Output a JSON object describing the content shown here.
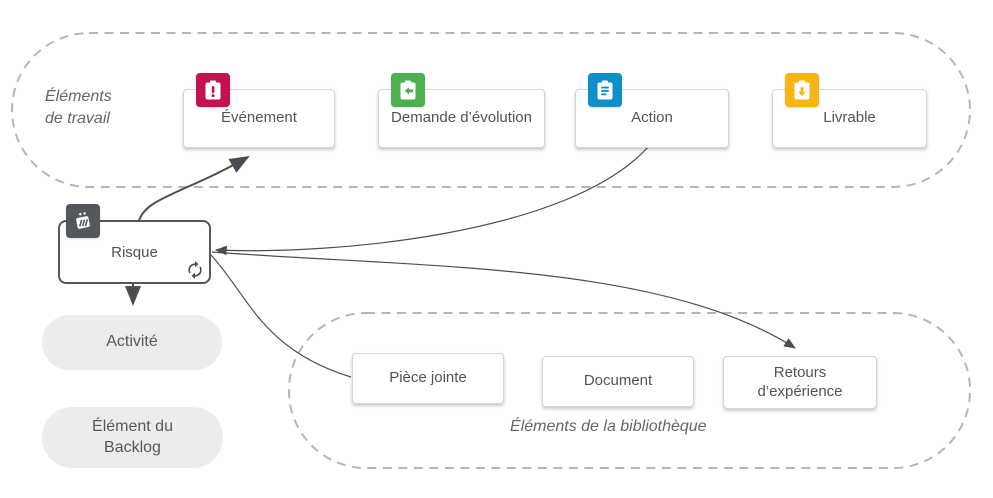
{
  "groups": {
    "work_items": {
      "label_line1": "Éléments",
      "label_line2": "de travail"
    },
    "library": {
      "label": "Éléments de la bibliothèque"
    }
  },
  "nodes": {
    "evenement": {
      "label": "Événement",
      "color": "#c2134e",
      "icon": "exclamation-clipboard-icon"
    },
    "demande": {
      "label": "Demande d’évolution",
      "color": "#4caf50",
      "icon": "arrow-left-clipboard-icon"
    },
    "action": {
      "label": "Action",
      "color": "#0d90c8",
      "icon": "list-clipboard-icon"
    },
    "livrable": {
      "label": "Livrable",
      "color": "#f6b513",
      "icon": "arrow-down-clipboard-icon"
    },
    "risque": {
      "label": "Risque",
      "color": "#54575b",
      "icon": "risk-icon",
      "corner_icon": "sync-icon"
    },
    "activite": {
      "label": "Activité"
    },
    "backlog": {
      "label": "Élément du Backlog"
    },
    "piece_jointe": {
      "label": "Pièce jointe"
    },
    "document": {
      "label": "Document"
    },
    "retours": {
      "label": "Retours d’expérience"
    }
  },
  "connectors": {
    "risque_to_evenement": "arrow from Risque to Événement",
    "action_to_risque": "arrow from Action to Risque",
    "risque_to_retours": "arrow from Risque to Retours d’expérience",
    "risque_to_piece_jointe": "line from Risque to Pièce jointe",
    "risque_to_activite": "arrow from Risque to Activité"
  },
  "colors": {
    "connector": "#4a4e53",
    "dashed_outline": "#b4b6b8",
    "pill_bg": "#ececec"
  }
}
